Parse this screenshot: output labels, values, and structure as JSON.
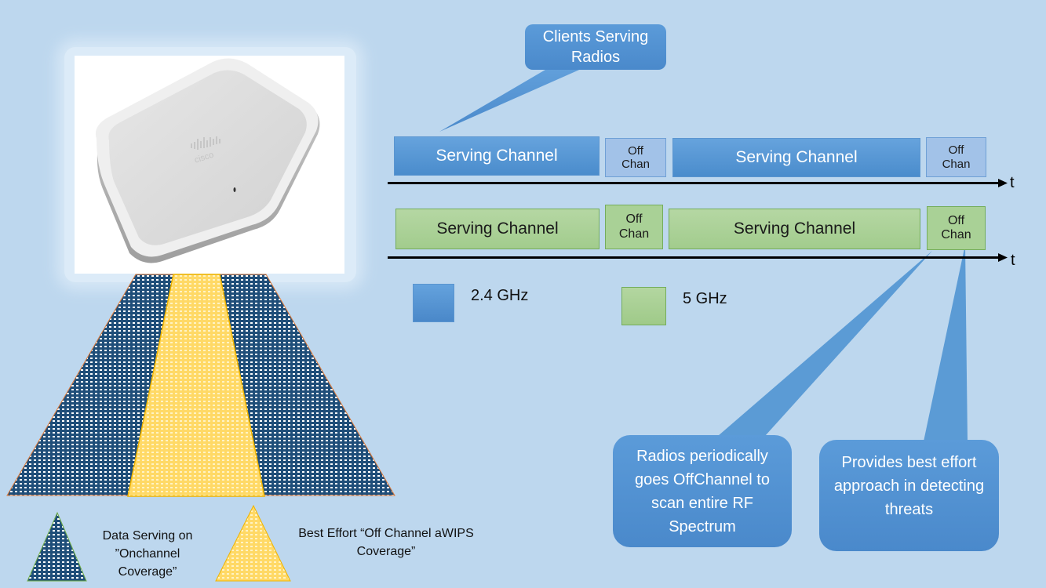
{
  "colors": {
    "background": "#bdd7ee",
    "band_2_4ghz": "#5b9bd5",
    "band_5ghz": "#a9d18e",
    "onchannel_coverage": "#1f4e79",
    "offchannel_coverage": "#ffd966",
    "callout": "#5b9bd5"
  },
  "product_image": {
    "alt": "Cisco ceiling-mount wireless access point",
    "logo_text": "cisco"
  },
  "callouts": {
    "clients_serving": "Clients Serving Radios",
    "periodic_offchannel": "Radios periodically goes OffChannel to scan entire RF Spectrum",
    "best_effort": "Provides best effort approach in detecting threats"
  },
  "timelines": [
    {
      "band": "2.4 GHz",
      "axis_label": "t",
      "segments": [
        {
          "type": "serving",
          "label": "Serving Channel"
        },
        {
          "type": "off",
          "label_line1": "Off",
          "label_line2": "Chan"
        },
        {
          "type": "serving",
          "label": "Serving Channel"
        },
        {
          "type": "off",
          "label_line1": "Off",
          "label_line2": "Chan"
        }
      ]
    },
    {
      "band": "5 GHz",
      "axis_label": "t",
      "segments": [
        {
          "type": "serving",
          "label": "Serving Channel"
        },
        {
          "type": "off",
          "label_line1": "Off",
          "label_line2": "Chan"
        },
        {
          "type": "serving",
          "label": "Serving Channel"
        },
        {
          "type": "off",
          "label_line1": "Off",
          "label_line2": "Chan"
        }
      ]
    }
  ],
  "legend": {
    "band_2_4": "2.4 GHz",
    "band_5": "5 GHz"
  },
  "coverage_legend": {
    "onchannel_line1": "Data Serving on",
    "onchannel_line2": "”Onchannel",
    "onchannel_line3": "Coverage”",
    "offchannel_line1": "Best Effort “Off Channel aWIPS",
    "offchannel_line2": "Coverage”"
  }
}
